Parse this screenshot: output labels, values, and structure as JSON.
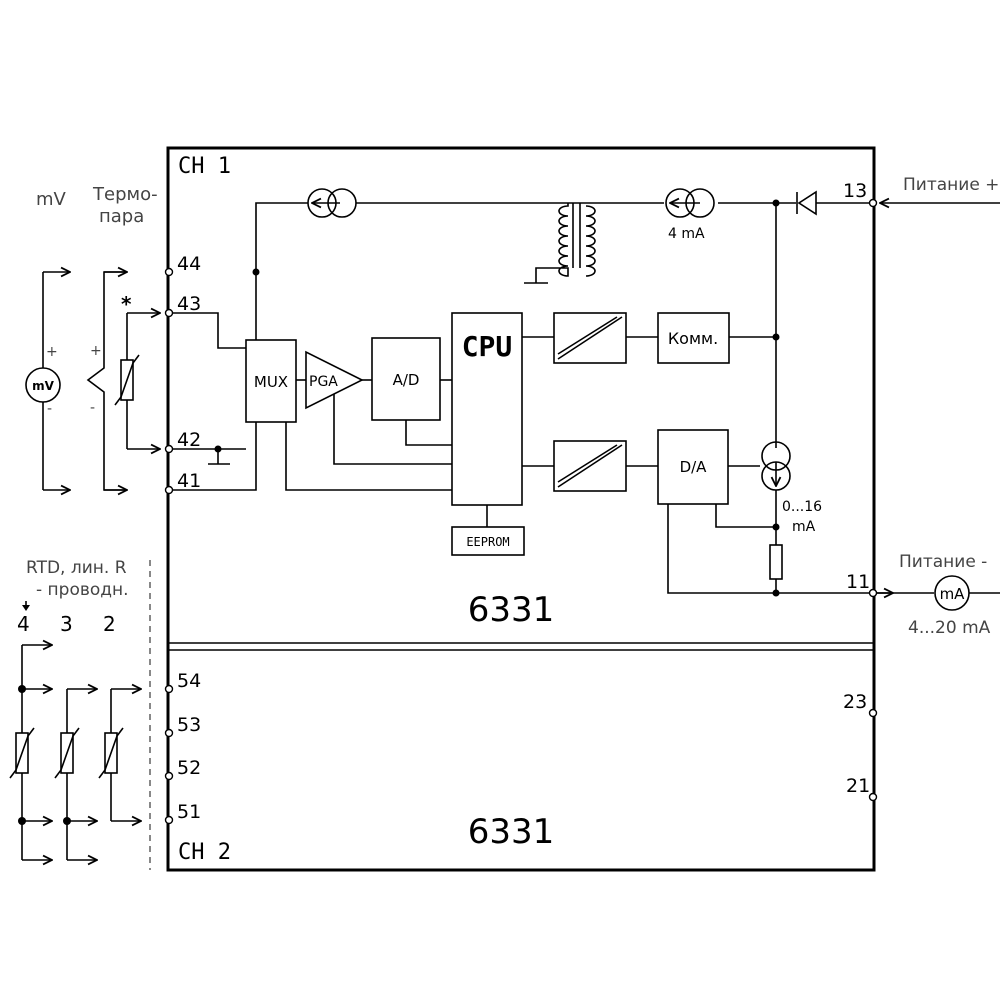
{
  "channels": {
    "ch1": "CH 1",
    "ch2": "CH 2"
  },
  "model": {
    "upper": "6331",
    "lower": "6331"
  },
  "blocks": {
    "mux": "MUX",
    "pga": "PGA",
    "ad": "A/D",
    "cpu": "CPU",
    "eeprom": "EEPROM",
    "comm": "Комм.",
    "da": "D/A"
  },
  "currents": {
    "excitation": "4 mA",
    "loop_a": "0...16",
    "loop_b": "mA",
    "output": "4...20 mA"
  },
  "terminals": {
    "t44": "44",
    "t43": "43",
    "t42": "42",
    "t41": "41",
    "t54": "54",
    "t53": "53",
    "t52": "52",
    "t51": "51",
    "t13": "13",
    "t11": "11",
    "t23": "23",
    "t21": "21"
  },
  "labels": {
    "mv": "mV",
    "thermo_1": "Термо-",
    "thermo_2": "пара",
    "mv_meter": "mV",
    "ma_meter": "mA",
    "supply_plus": "Питание +",
    "supply_minus": "Питание -",
    "rtd_1": "RTD, лин. R",
    "rtd_2": "- проводн.",
    "wire_4": "4",
    "wire_3": "3",
    "wire_2": "2",
    "asterisk": "*",
    "plus_a": "+",
    "minus_a": "-",
    "plus_b": "+",
    "minus_b": "-"
  }
}
